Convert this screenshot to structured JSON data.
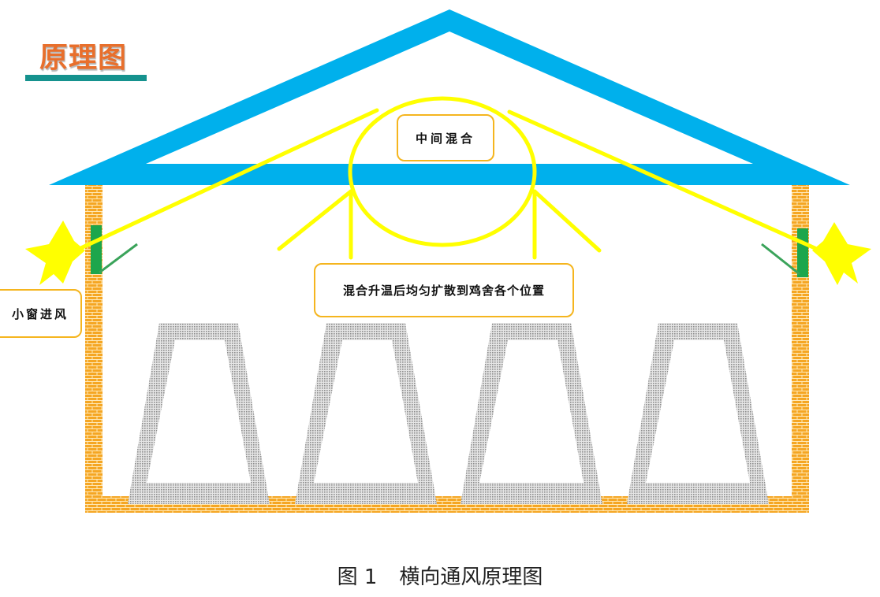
{
  "heading": "原理图",
  "labels": {
    "center_mix": "中间混合",
    "spread": "混合升温后均匀扩散到鸡舍各个位置",
    "inlet": "小窗进风"
  },
  "caption": {
    "figure_number": "图 1",
    "title": "横向通风原理图"
  },
  "colors": {
    "roof": "#00b0ec",
    "air_flow": "#ffff00",
    "brick": "#f5a623",
    "window": "#1ca64c",
    "cage": "#a9a9a9",
    "box_border": "#f5b51e",
    "heading_text": "#e86f2c",
    "heading_underline": "#15928e"
  },
  "cages": {
    "count": 4
  }
}
